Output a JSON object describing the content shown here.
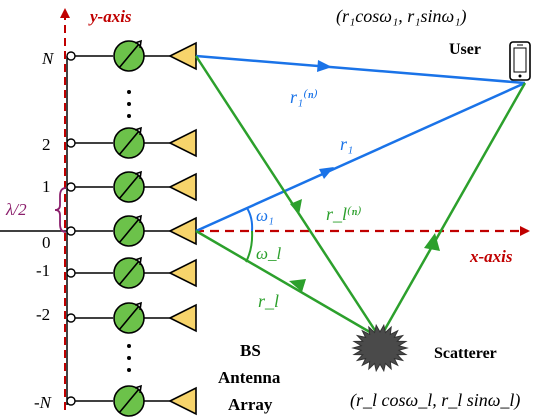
{
  "axes": {
    "y_label": "y-axis",
    "x_label": "x-axis",
    "origin_label": "0"
  },
  "antenna_labels": [
    "N",
    "2",
    "1",
    "0",
    "-1",
    "-2",
    "-N"
  ],
  "spacing_label": "λ/2",
  "bs_label": [
    "BS",
    "Antenna",
    "Array"
  ],
  "user": {
    "label": "User",
    "coords": "(r₁cosω₁, r₁sinω₁)"
  },
  "scatterer": {
    "label": "Scatterer",
    "coords": "(r_l cosω_l, r_l sinω_l)"
  },
  "paths": {
    "r1": "r₁",
    "r1n": "r₁⁽ⁿ⁾",
    "rl": "r_l",
    "rln": "r_l⁽ⁿ⁾",
    "w1": "ω₁",
    "wl": "ω_l"
  },
  "colors": {
    "blue": "#1a73e8",
    "green": "#2ca02c",
    "red": "#c00000",
    "phase_fill": "#6cc24a",
    "antenna_fill": "#f7d46b",
    "scatterer_fill": "#4a4a4a"
  }
}
